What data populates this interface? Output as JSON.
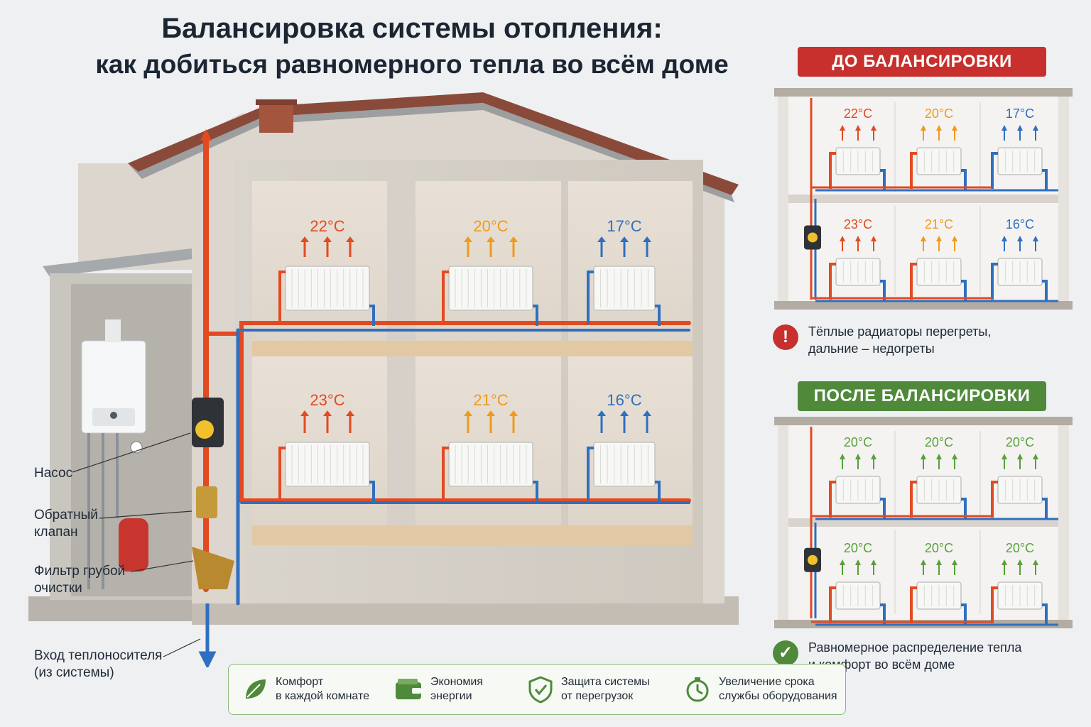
{
  "title": {
    "line1": "Балансировка системы отопления:",
    "line2": "как добиться равномерного тепла во всём доме"
  },
  "colors": {
    "hot": "#e24a22",
    "warm": "#f09a1c",
    "cool": "#2f6fc0",
    "balanced": "#58a03c",
    "before_header": "#c7302c",
    "after_header": "#4f8a3b"
  },
  "house": {
    "rooms": [
      {
        "floor": "upper",
        "temp": "22°C",
        "tone": "hot"
      },
      {
        "floor": "upper",
        "temp": "20°C",
        "tone": "warm"
      },
      {
        "floor": "upper",
        "temp": "17°C",
        "tone": "cool"
      },
      {
        "floor": "lower",
        "temp": "23°C",
        "tone": "hot"
      },
      {
        "floor": "lower",
        "temp": "21°C",
        "tone": "warm"
      },
      {
        "floor": "lower",
        "temp": "16°C",
        "tone": "cool"
      }
    ],
    "callouts": {
      "pump": "Насос",
      "check_valve": "Обратный клапан",
      "filter": "Фильтр грубой очистки",
      "inlet": "Вход теплоносителя (из системы)"
    }
  },
  "before": {
    "header": "ДО БАЛАНСИРОВКИ",
    "rooms": [
      {
        "temp": "22°C",
        "tone": "hot"
      },
      {
        "temp": "20°C",
        "tone": "warm"
      },
      {
        "temp": "17°C",
        "tone": "cool"
      },
      {
        "temp": "23°C",
        "tone": "hot"
      },
      {
        "temp": "21°C",
        "tone": "warm"
      },
      {
        "temp": "16°C",
        "tone": "cool"
      }
    ],
    "note_line1": "Тёплые радиаторы перегреты,",
    "note_line2": "дальние – недогреты",
    "note_icon": "exclamation-icon"
  },
  "after": {
    "header": "ПОСЛЕ БАЛАНСИРОВКИ",
    "rooms": [
      {
        "temp": "20°C",
        "tone": "balanced"
      },
      {
        "temp": "20°C",
        "tone": "balanced"
      },
      {
        "temp": "20°C",
        "tone": "balanced"
      },
      {
        "temp": "20°C",
        "tone": "balanced"
      },
      {
        "temp": "20°C",
        "tone": "balanced"
      },
      {
        "temp": "20°C",
        "tone": "balanced"
      }
    ],
    "note_line1": "Равномерное распределение тепла",
    "note_line2": "и комфорт во всём доме",
    "note_icon": "checkmark-icon"
  },
  "benefits": [
    {
      "icon": "leaf-icon",
      "line1": "Комфорт",
      "line2": "в каждой комнате"
    },
    {
      "icon": "wallet-icon",
      "line1": "Экономия",
      "line2": "энергии"
    },
    {
      "icon": "shield-check-icon",
      "line1": "Защита системы",
      "line2": "от перегрузок"
    },
    {
      "icon": "stopwatch-icon",
      "line1": "Увеличение срока",
      "line2": "службы оборудования"
    }
  ]
}
